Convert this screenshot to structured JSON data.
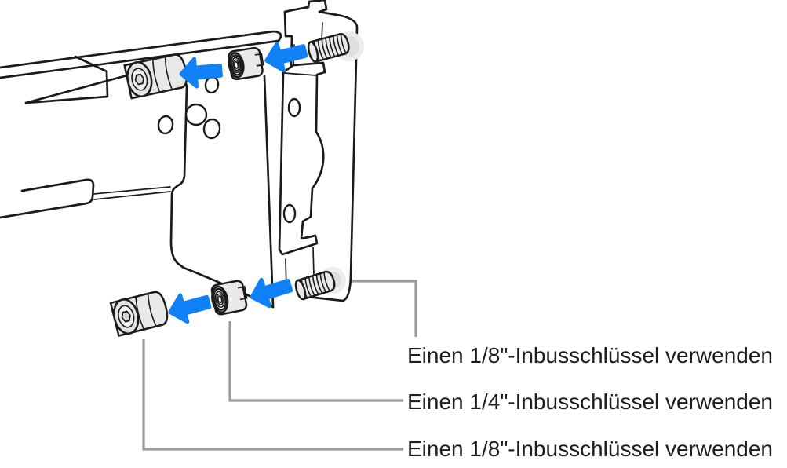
{
  "figure": {
    "labels": [
      {
        "text": "Einen 1/8\"-Inbusschlüssel verwenden"
      },
      {
        "text": "Einen 1/4\"-Inbusschlüssel verwenden"
      },
      {
        "text": "Einen 1/8\"-Inbusschlüssel verwenden"
      }
    ],
    "colors": {
      "outline": "#1b1b1b",
      "arrow_blue": "#1080f6",
      "callout_gray": "#9b9b9b",
      "hardware_fill": "#e9e9e9",
      "label_text": "#1d1d1f",
      "background": "#ffffff"
    }
  }
}
